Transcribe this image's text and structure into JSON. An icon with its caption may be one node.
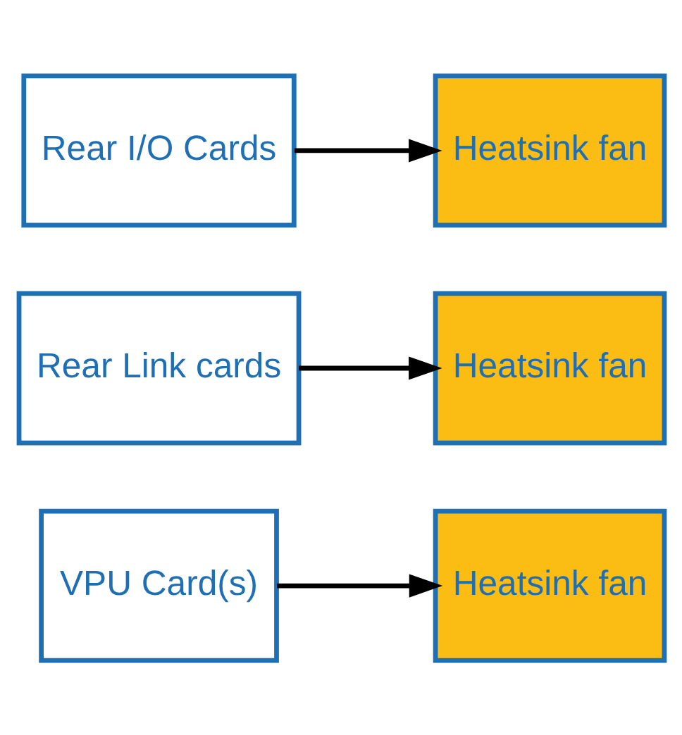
{
  "diagram": {
    "nodes": [
      {
        "text": [
          "Rear I/O Cards"
        ]
      },
      {
        "text": [
          "Heatsink fan"
        ]
      },
      {
        "text": [
          "Rear Link cards"
        ]
      },
      {
        "text": [
          "Heatsink fan"
        ]
      },
      {
        "text": [
          "VPU Card(s)"
        ]
      },
      {
        "text": [
          "Heatsink fan"
        ]
      }
    ],
    "edges": [
      {
        "from": 0,
        "to": 1,
        "arrow": "to"
      },
      {
        "from": 2,
        "to": 3,
        "arrow": "to"
      },
      {
        "from": 4,
        "to": 5,
        "arrow": "to"
      }
    ]
  }
}
